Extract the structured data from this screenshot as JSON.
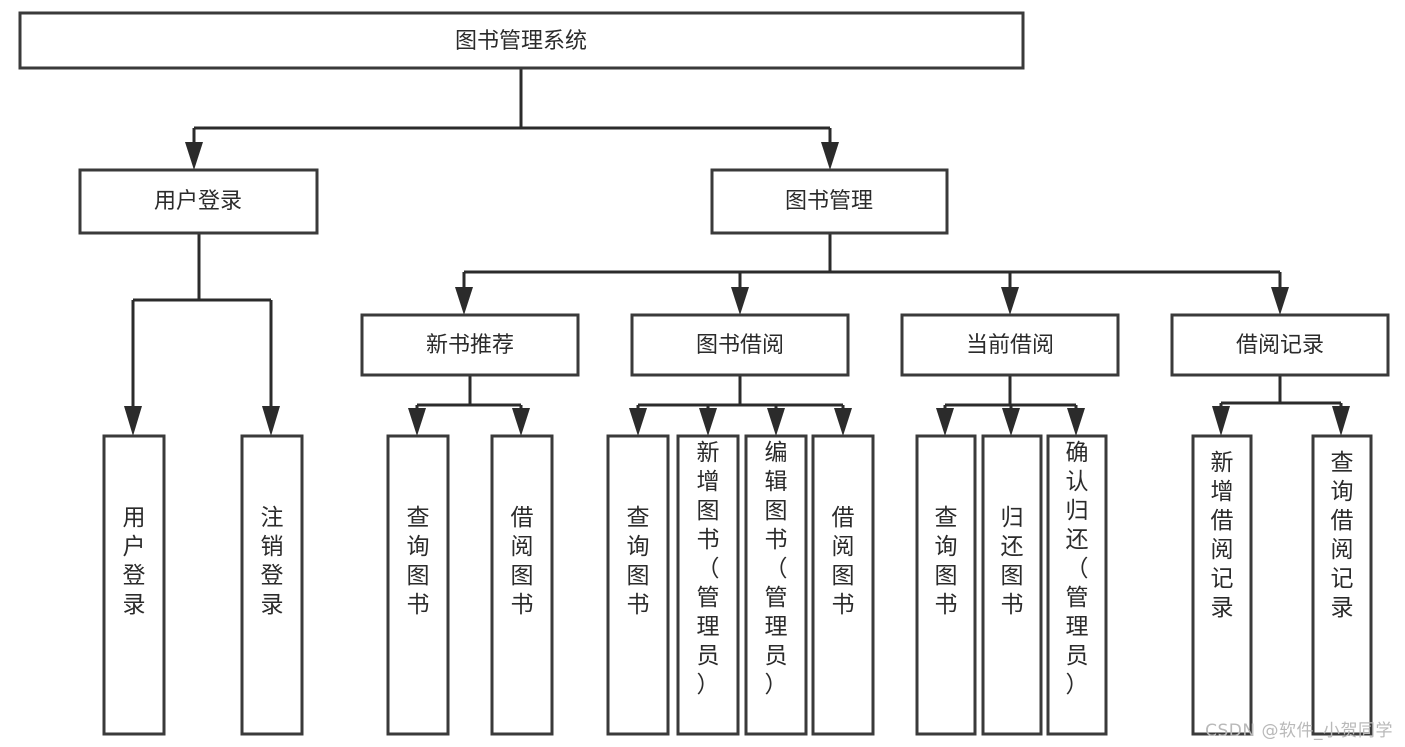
{
  "diagram": {
    "title": "图书管理系统",
    "type": "tree-hierarchy",
    "orientation": "top-down",
    "colors": {
      "box_stroke": "#3a3a3a",
      "box_fill": "#ffffff",
      "edge": "#2b2b2b",
      "text": "#2b2b2b",
      "background": "#ffffff",
      "watermark": "#b9b9b9"
    },
    "root": {
      "id": "root",
      "label": "图书管理系统"
    },
    "level1": [
      {
        "id": "user-login",
        "label": "用户登录"
      },
      {
        "id": "book-manage",
        "label": "图书管理"
      }
    ],
    "level2": [
      {
        "id": "new-book-rec",
        "label": "新书推荐",
        "parent": "book-manage"
      },
      {
        "id": "book-borrow",
        "label": "图书借阅",
        "parent": "book-manage"
      },
      {
        "id": "current-borrow",
        "label": "当前借阅",
        "parent": "book-manage"
      },
      {
        "id": "borrow-record",
        "label": "借阅记录",
        "parent": "book-manage"
      }
    ],
    "leaves": [
      {
        "id": "leaf-user-login",
        "label": "用户登录",
        "parent": "user-login"
      },
      {
        "id": "leaf-user-logout",
        "label": "注销登录",
        "parent": "user-login"
      },
      {
        "id": "leaf-query-book-1",
        "label": "查询图书",
        "parent": "new-book-rec"
      },
      {
        "id": "leaf-borrow-book-1",
        "label": "借阅图书",
        "parent": "new-book-rec"
      },
      {
        "id": "leaf-query-book-2",
        "label": "查询图书",
        "parent": "book-borrow"
      },
      {
        "id": "leaf-add-book",
        "label": "新增图书（管理员）",
        "parent": "book-borrow"
      },
      {
        "id": "leaf-edit-book",
        "label": "编辑图书（管理员）",
        "parent": "book-borrow"
      },
      {
        "id": "leaf-borrow-book-2",
        "label": "借阅图书",
        "parent": "book-borrow"
      },
      {
        "id": "leaf-query-book-3",
        "label": "查询图书",
        "parent": "current-borrow"
      },
      {
        "id": "leaf-return-book",
        "label": "归还图书",
        "parent": "current-borrow"
      },
      {
        "id": "leaf-confirm-return",
        "label": "确认归还（管理员）",
        "parent": "current-borrow"
      },
      {
        "id": "leaf-add-record",
        "label": "新增借阅记录",
        "parent": "borrow-record"
      },
      {
        "id": "leaf-query-record",
        "label": "查询借阅记录",
        "parent": "borrow-record"
      }
    ]
  },
  "watermark": {
    "text": "CSDN @软件_小贺同学"
  }
}
